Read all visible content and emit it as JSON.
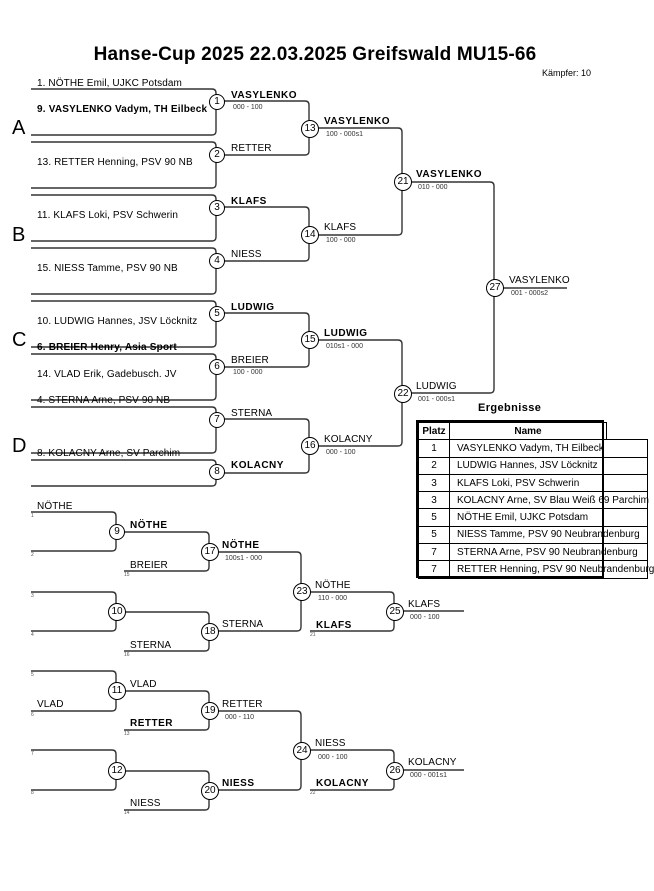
{
  "header": {
    "title": "Hanse-Cup 2025  22.03.2025  Greifswald   MU15-66",
    "fighters_label": "Kämpfer: 10"
  },
  "groups": [
    "A",
    "B",
    "C",
    "D"
  ],
  "entries": [
    {
      "seed": "1",
      "text": "1. NÖTHE Emil, UJKC Potsdam",
      "bold": false
    },
    {
      "seed": "9",
      "text": "9. VASYLENKO Vadym, TH Eilbeck",
      "bold": true
    },
    {
      "seed": "13",
      "text": "13. RETTER Henning, PSV 90 NB",
      "bold": false
    },
    {
      "seed": "11",
      "text": "11. KLAFS Loki, PSV Schwerin",
      "bold": false
    },
    {
      "seed": "15",
      "text": "15. NIESS Tamme, PSV 90 NB",
      "bold": false
    },
    {
      "seed": "10",
      "text": "10. LUDWIG Hannes, JSV Löcknitz",
      "bold": false
    },
    {
      "seed": "6",
      "text": "6. BREIER Henry, Asia Sport",
      "bold": true
    },
    {
      "seed": "14",
      "text": "14. VLAD Erik, Gadebusch. JV",
      "bold": false
    },
    {
      "seed": "4",
      "text": "4. STERNA Arne, PSV 90 NB",
      "bold": false
    },
    {
      "seed": "8",
      "text": "8. KOLACNY Arne, SV Parchim",
      "bold": false
    }
  ],
  "matches": {
    "m1": {
      "no": "1",
      "winner": "VASYLENKO",
      "bold": true,
      "score": "000 - 100"
    },
    "m2": {
      "no": "2",
      "winner": "RETTER",
      "bold": false,
      "score": ""
    },
    "m3": {
      "no": "3",
      "winner": "KLAFS",
      "bold": true,
      "score": ""
    },
    "m4": {
      "no": "4",
      "winner": "NIESS",
      "bold": false,
      "score": ""
    },
    "m5": {
      "no": "5",
      "winner": "LUDWIG",
      "bold": true,
      "score": ""
    },
    "m6": {
      "no": "6",
      "winner": "BREIER",
      "bold": false,
      "score": "100 - 000"
    },
    "m7": {
      "no": "7",
      "winner": "STERNA",
      "bold": false,
      "score": ""
    },
    "m8": {
      "no": "8",
      "winner": "KOLACNY",
      "bold": true,
      "score": ""
    },
    "m13": {
      "no": "13",
      "winner": "VASYLENKO",
      "bold": true,
      "score": "100 - 000s1"
    },
    "m14": {
      "no": "14",
      "winner": "KLAFS",
      "bold": false,
      "score": "100 - 000"
    },
    "m15": {
      "no": "15",
      "winner": "LUDWIG",
      "bold": true,
      "score": "010s1 - 000"
    },
    "m16": {
      "no": "16",
      "winner": "KOLACNY",
      "bold": false,
      "score": "000 - 100"
    },
    "m21": {
      "no": "21",
      "winner": "VASYLENKO",
      "bold": true,
      "score": "010 - 000"
    },
    "m22": {
      "no": "22",
      "winner": "LUDWIG",
      "bold": false,
      "score": "001 - 000s1"
    },
    "m27": {
      "no": "27",
      "winner": "VASYLENKO",
      "bold": false,
      "score": "001 - 000s2"
    },
    "m9": {
      "no": "9",
      "winner": "NÖTHE",
      "bold": true,
      "score": ""
    },
    "m10": {
      "no": "10",
      "winner": "",
      "bold": false,
      "score": ""
    },
    "m11": {
      "no": "11",
      "winner": "VLAD",
      "bold": false,
      "score": ""
    },
    "m12": {
      "no": "12",
      "winner": "",
      "bold": false,
      "score": ""
    },
    "m17": {
      "no": "17",
      "winner": "NÖTHE",
      "bold": true,
      "score": "100s1 - 000"
    },
    "m18": {
      "no": "18",
      "winner": "STERNA",
      "bold": false,
      "score": ""
    },
    "m19": {
      "no": "19",
      "winner": "RETTER",
      "bold": false,
      "score": "000 - 110"
    },
    "m20": {
      "no": "20",
      "winner": "NIESS",
      "bold": true,
      "score": ""
    },
    "m23": {
      "no": "23",
      "winner": "NÖTHE",
      "bold": false,
      "score": "110 - 000"
    },
    "m24": {
      "no": "24",
      "winner": "NIESS",
      "bold": false,
      "score": "000 - 100"
    },
    "m25": {
      "no": "25",
      "winner": "KLAFS",
      "bold": false,
      "score": "000 - 100"
    },
    "m26": {
      "no": "26",
      "winner": "KOLACNY",
      "bold": false,
      "score": "000 - 001s1"
    }
  },
  "repechage_entries": {
    "r1": {
      "name": "NÖTHE",
      "bold": false,
      "ref": "1"
    },
    "r2": {
      "name": "",
      "bold": false,
      "ref": "2"
    },
    "r3": {
      "name": "",
      "bold": false,
      "ref": "3"
    },
    "r4": {
      "name": "",
      "bold": false,
      "ref": "4"
    },
    "r5": {
      "name": "",
      "bold": false,
      "ref": "5"
    },
    "r6": {
      "name": "VLAD",
      "bold": false,
      "ref": "6"
    },
    "r7": {
      "name": "",
      "bold": false,
      "ref": "7"
    },
    "r8": {
      "name": "",
      "bold": false,
      "ref": "8"
    },
    "r15": {
      "name": "BREIER",
      "bold": false,
      "ref": "15"
    },
    "r16": {
      "name": "STERNA",
      "bold": false,
      "ref": "16"
    },
    "r13": {
      "name": "RETTER",
      "bold": true,
      "ref": "13"
    },
    "r14": {
      "name": "NIESS",
      "bold": false,
      "ref": "14"
    },
    "r21": {
      "name": "KLAFS",
      "bold": true,
      "ref": "21"
    },
    "r22": {
      "name": "KOLACNY",
      "bold": true,
      "ref": "22"
    }
  },
  "results": {
    "title": "Ergebnisse",
    "headers": [
      "Platz",
      "Name"
    ],
    "rows": [
      {
        "place": "1",
        "name": "VASYLENKO Vadym, TH Eilbeck"
      },
      {
        "place": "2",
        "name": "LUDWIG Hannes, JSV Löcknitz"
      },
      {
        "place": "3",
        "name": "KLAFS Loki, PSV Schwerin"
      },
      {
        "place": "3",
        "name": "KOLACNY Arne, SV Blau Weiß 69 Parchim"
      },
      {
        "place": "5",
        "name": "NÖTHE Emil, UJKC Potsdam"
      },
      {
        "place": "5",
        "name": "NIESS Tamme, PSV 90 Neubrandenburg"
      },
      {
        "place": "7",
        "name": "STERNA Arne, PSV 90 Neubrandenburg"
      },
      {
        "place": "7",
        "name": "RETTER Henning, PSV 90 Neubrandenburg"
      }
    ]
  }
}
